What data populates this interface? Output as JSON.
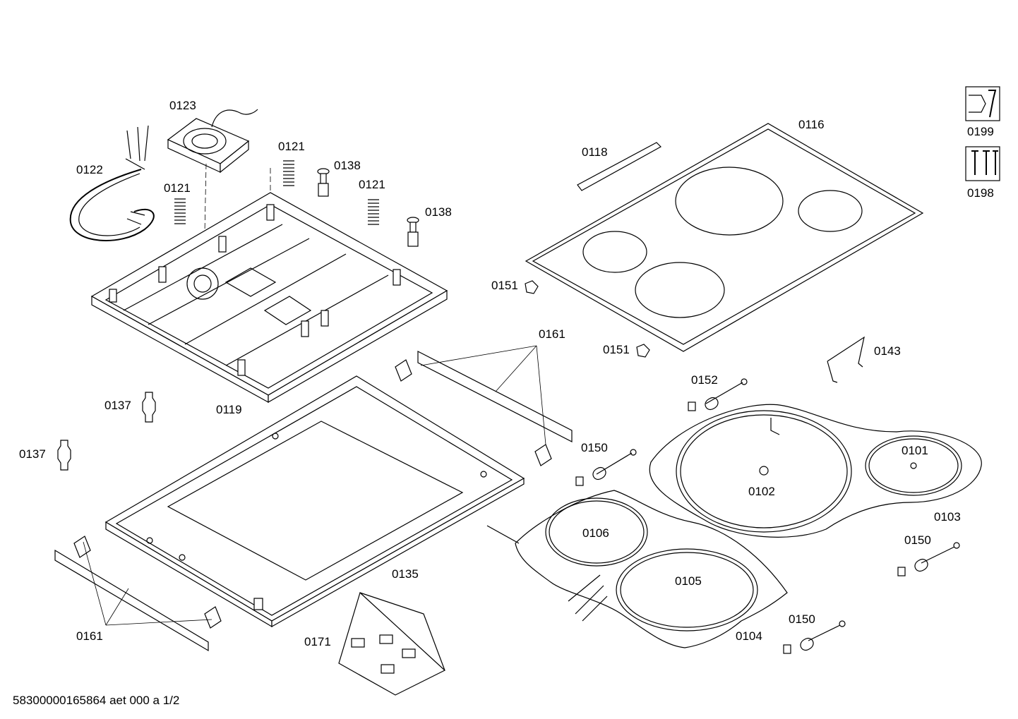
{
  "labels": {
    "p0123": "0123",
    "p0122": "0122",
    "p0121a": "0121",
    "p0121b": "0121",
    "p0121c": "0121",
    "p0138a": "0138",
    "p0138b": "0138",
    "p0119": "0119",
    "p0137a": "0137",
    "p0137b": "0137",
    "p0135": "0135",
    "p0161a": "0161",
    "p0161b": "0161",
    "p0171": "0171",
    "p0118": "0118",
    "p0116": "0116",
    "p0151a": "0151",
    "p0151b": "0151",
    "p0143": "0143",
    "p0152": "0152",
    "p0150a": "0150",
    "p0150b": "0150",
    "p0150c": "0150",
    "p0101": "0101",
    "p0102": "0102",
    "p0103": "0103",
    "p0106": "0106",
    "p0105": "0105",
    "p0104": "0104",
    "p0199": "0199",
    "p0198": "0198"
  },
  "footer": "58300000165864 aet 000 a 1/2",
  "icons": {
    "service": "wrench-nut-icon",
    "screws": "screws-icon"
  }
}
